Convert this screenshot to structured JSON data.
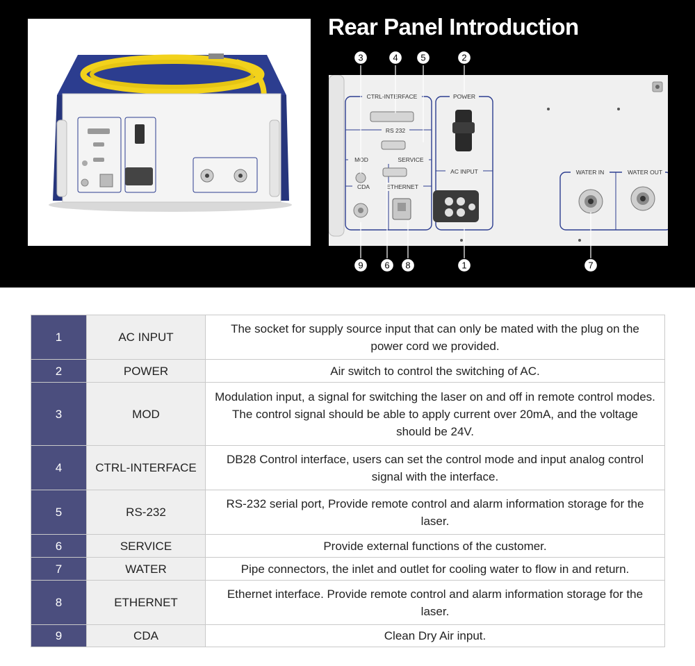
{
  "header": {
    "title": "Rear Panel Introduction"
  },
  "panel_labels": {
    "ctrl_interface": "CTRL-INTERFACE",
    "rs232": "RS 232",
    "mod": "MOD",
    "service": "SERVICE",
    "cda": "CDA",
    "ethernet": "ETHERNET",
    "power": "POWER",
    "ac_input": "AC INPUT",
    "water_in": "WATER IN",
    "water_out": "WATER OUT"
  },
  "callouts": {
    "top": [
      "③",
      "④",
      "⑤",
      "②"
    ],
    "bottom": [
      "⑨",
      "⑥",
      "⑧",
      "①",
      "⑦"
    ]
  },
  "colors": {
    "table_num_bg": "#4b4e7e",
    "fiber_yellow": "#f2d21c",
    "chassis_blue": "#2c3d8f"
  },
  "table": {
    "rows": [
      {
        "num": "1",
        "name": "AC INPUT",
        "desc": "The socket for supply source input that can only be mated with the plug on the power cord we provided."
      },
      {
        "num": "2",
        "name": "POWER",
        "desc": "Air switch to control the switching of AC."
      },
      {
        "num": "3",
        "name": "MOD",
        "desc": "Modulation input, a signal for switching the laser on and off in remote control modes. The control signal should be able to apply current over 20mA, and the voltage should be 24V."
      },
      {
        "num": "4",
        "name": "CTRL-INTERFACE",
        "desc": "DB28 Control interface, users can set the control mode and input analog control signal with the interface."
      },
      {
        "num": "5",
        "name": "RS-232",
        "desc": "RS-232 serial port, Provide remote control and alarm information storage for the laser."
      },
      {
        "num": "6",
        "name": "SERVICE",
        "desc": "Provide external functions of the customer."
      },
      {
        "num": "7",
        "name": "WATER",
        "desc": "Pipe connectors, the inlet and outlet for cooling water to flow in and return."
      },
      {
        "num": "8",
        "name": "ETHERNET",
        "desc": "Ethernet interface. Provide remote control and alarm information storage for the laser."
      },
      {
        "num": "9",
        "name": "CDA",
        "desc": "Clean Dry Air input."
      }
    ]
  }
}
